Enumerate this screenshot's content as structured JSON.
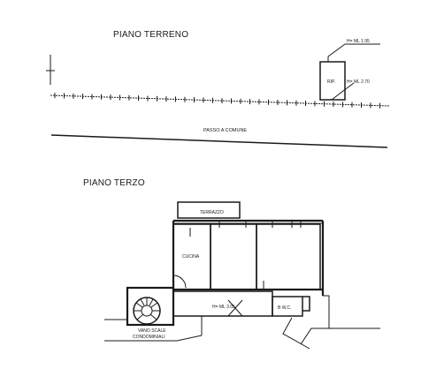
{
  "ground_floor": {
    "title": "PIANO TERRENO",
    "label_height_top": "H= ML 1.95",
    "label_height_bottom": "H= ML 2.70",
    "storage_label": "RIP.",
    "passage_label": "PASSO A COMUNE"
  },
  "third_floor": {
    "title": "PIANO TERZO",
    "terrace_label": "TERRAZZO",
    "kitchen_label": "CUCINA",
    "corridor_height_label": "H= ML 3.05",
    "bathroom_label": "B W.C.",
    "stair_label_line1": "VANO SCALE",
    "stair_label_line2": "CONDOMINIALI"
  }
}
